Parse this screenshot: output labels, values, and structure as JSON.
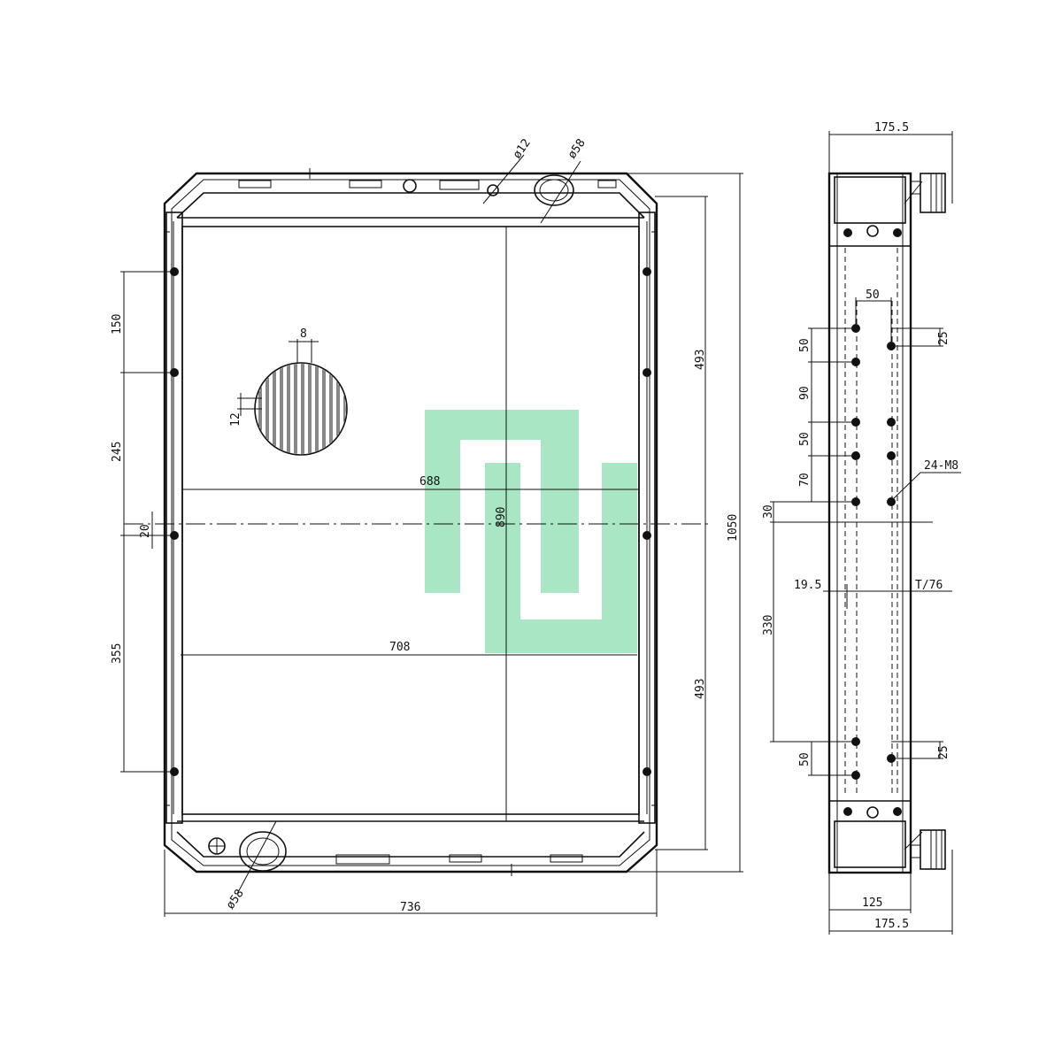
{
  "watermark": {
    "color": "#a8e6c4"
  },
  "front_view": {
    "dims": {
      "d12": "ø12",
      "d58_top": "ø58",
      "d58_bottom": "ø58",
      "w736": "736",
      "w688": "688",
      "w708": "708",
      "h890": "890",
      "h1050": "1050",
      "h493_top": "493",
      "h493_bottom": "493",
      "l150": "150",
      "l245": "245",
      "l20": "20",
      "l355": "355",
      "fin_pitch": "8",
      "fin_height": "12"
    }
  },
  "side_view": {
    "dims": {
      "w175_top": "175.5",
      "w175_bottom": "175.5",
      "w125": "125",
      "s50_top": "50",
      "v50_a": "50",
      "v90": "90",
      "v50_b": "50",
      "v70": "70",
      "v30": "30",
      "v330": "330",
      "v50_c": "50",
      "r25_top": "25",
      "r25_bottom": "25",
      "h19_5": "19.5",
      "t76": "T/76",
      "bolts": "24-M8"
    }
  }
}
